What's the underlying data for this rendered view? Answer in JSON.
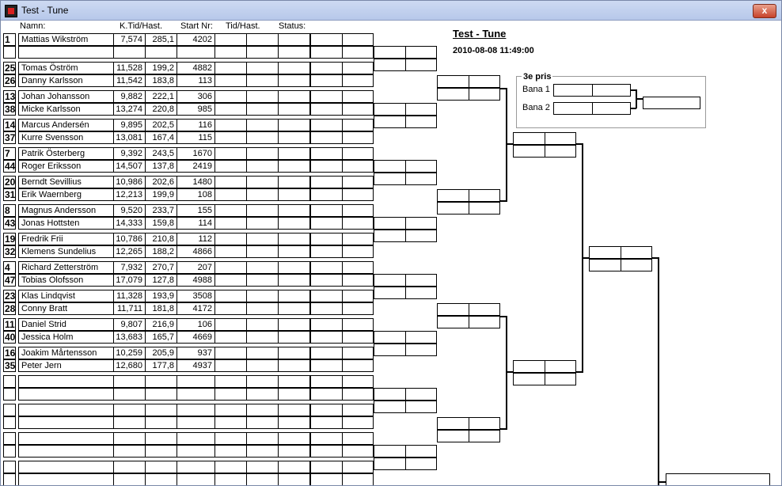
{
  "window": {
    "title": "Test - Tune",
    "close_label": "x",
    "icon": "app-icon"
  },
  "headers": {
    "namn": "Namn:",
    "ktid": "K.Tid/Hast.",
    "startnr": "Start Nr:",
    "tidhast": "Tid/Hast.",
    "status": "Status:"
  },
  "print_header": {
    "title": "Test - Tune",
    "datetime": "2010-08-08 11:49:00"
  },
  "third_place": {
    "label": "3e pris",
    "lane1": "Bana 1",
    "lane2": "Bana 2"
  },
  "pairs": [
    {
      "top": {
        "seed": "1",
        "name": "Mattias Wikström",
        "tid": "7,574",
        "hast": "285,1",
        "startnr": "4202"
      },
      "bottom": {
        "seed": "",
        "name": "",
        "tid": "",
        "hast": "",
        "startnr": ""
      }
    },
    {
      "top": {
        "seed": "25",
        "name": "Tomas Öström",
        "tid": "11,528",
        "hast": "199,2",
        "startnr": "4882"
      },
      "bottom": {
        "seed": "26",
        "name": "Danny Karlsson",
        "tid": "11,542",
        "hast": "183,8",
        "startnr": "113"
      }
    },
    {
      "top": {
        "seed": "13",
        "name": "Johan Johansson",
        "tid": "9,882",
        "hast": "222,1",
        "startnr": "306"
      },
      "bottom": {
        "seed": "38",
        "name": "Micke Karlsson",
        "tid": "13,274",
        "hast": "220,8",
        "startnr": "985"
      }
    },
    {
      "top": {
        "seed": "14",
        "name": "Marcus Andersén",
        "tid": "9,895",
        "hast": "202,5",
        "startnr": "116"
      },
      "bottom": {
        "seed": "37",
        "name": "Kurre Svensson",
        "tid": "13,081",
        "hast": "167,4",
        "startnr": "115"
      }
    },
    {
      "top": {
        "seed": "7",
        "name": "Patrik Österberg",
        "tid": "9,392",
        "hast": "243,5",
        "startnr": "1670"
      },
      "bottom": {
        "seed": "44",
        "name": "Roger Eriksson",
        "tid": "14,507",
        "hast": "137,8",
        "startnr": "2419"
      }
    },
    {
      "top": {
        "seed": "20",
        "name": "Berndt Sevillius",
        "tid": "10,986",
        "hast": "202,6",
        "startnr": "1480"
      },
      "bottom": {
        "seed": "31",
        "name": "Erik Waernberg",
        "tid": "12,213",
        "hast": "199,9",
        "startnr": "108"
      }
    },
    {
      "top": {
        "seed": "8",
        "name": "Magnus Andersson",
        "tid": "9,520",
        "hast": "233,7",
        "startnr": "155"
      },
      "bottom": {
        "seed": "43",
        "name": "Jonas Hottsten",
        "tid": "14,333",
        "hast": "159,8",
        "startnr": "114"
      }
    },
    {
      "top": {
        "seed": "19",
        "name": "Fredrik Frii",
        "tid": "10,786",
        "hast": "210,8",
        "startnr": "112"
      },
      "bottom": {
        "seed": "32",
        "name": "Klemens Sundelius",
        "tid": "12,265",
        "hast": "188,2",
        "startnr": "4866"
      }
    },
    {
      "top": {
        "seed": "4",
        "name": "Richard Zetterström",
        "tid": "7,932",
        "hast": "270,7",
        "startnr": "207"
      },
      "bottom": {
        "seed": "47",
        "name": "Tobias Olofsson",
        "tid": "17,079",
        "hast": "127,8",
        "startnr": "4988"
      }
    },
    {
      "top": {
        "seed": "23",
        "name": "Klas Lindqvist",
        "tid": "11,328",
        "hast": "193,9",
        "startnr": "3508"
      },
      "bottom": {
        "seed": "28",
        "name": "Conny Bratt",
        "tid": "11,711",
        "hast": "181,8",
        "startnr": "4172"
      }
    },
    {
      "top": {
        "seed": "11",
        "name": "Daniel Strid",
        "tid": "9,807",
        "hast": "216,9",
        "startnr": "106"
      },
      "bottom": {
        "seed": "40",
        "name": "Jessica Holm",
        "tid": "13,683",
        "hast": "165,7",
        "startnr": "4669"
      }
    },
    {
      "top": {
        "seed": "16",
        "name": "Joakim Mårtensson",
        "tid": "10,259",
        "hast": "205,9",
        "startnr": "937"
      },
      "bottom": {
        "seed": "35",
        "name": "Peter Jern",
        "tid": "12,680",
        "hast": "177,8",
        "startnr": "4937"
      }
    },
    {
      "top": {
        "seed": "",
        "name": "",
        "tid": "",
        "hast": "",
        "startnr": ""
      },
      "bottom": {
        "seed": "",
        "name": "",
        "tid": "",
        "hast": "",
        "startnr": ""
      }
    },
    {
      "top": {
        "seed": "",
        "name": "",
        "tid": "",
        "hast": "",
        "startnr": ""
      },
      "bottom": {
        "seed": "",
        "name": "",
        "tid": "",
        "hast": "",
        "startnr": ""
      }
    },
    {
      "top": {
        "seed": "",
        "name": "",
        "tid": "",
        "hast": "",
        "startnr": ""
      },
      "bottom": {
        "seed": "",
        "name": "",
        "tid": "",
        "hast": "",
        "startnr": ""
      }
    },
    {
      "top": {
        "seed": "",
        "name": "",
        "tid": "",
        "hast": "",
        "startnr": ""
      },
      "bottom": {
        "seed": "",
        "name": "",
        "tid": "",
        "hast": "",
        "startnr": ""
      }
    }
  ]
}
